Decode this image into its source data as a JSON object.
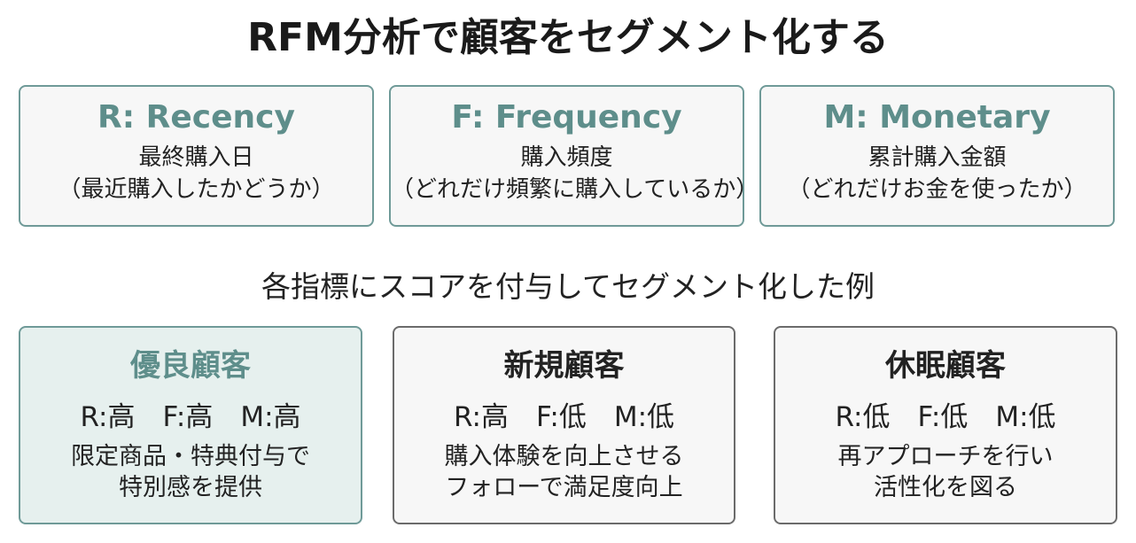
{
  "title": "RFM分析で顧客をセグメント化する",
  "metrics": [
    {
      "title": "R: Recency",
      "description": "最終購入日",
      "detail": "（最近購入したかどうか）"
    },
    {
      "title": "F: Frequency",
      "description": "購入頻度",
      "detail": "（どれだけ頻繁に購入しているか）"
    },
    {
      "title": "M: Monetary",
      "description": "累計購入金額",
      "detail": "（どれだけお金を使ったか）"
    }
  ],
  "subtitle": "各指標にスコアを付与してセグメント化した例",
  "segments": [
    {
      "title": "優良顧客",
      "scores": "R:高　F:高　M:高",
      "action_line1": "限定商品・特典付与で",
      "action_line2": "特別感を提供"
    },
    {
      "title": "新規顧客",
      "scores": "R:高　F:低　M:低",
      "action_line1": "購入体験を向上させる",
      "action_line2": "フォローで満足度向上"
    },
    {
      "title": "休眠顧客",
      "scores": "R:低　F:低　M:低",
      "action_line1": "再アプローチを行い",
      "action_line2": "活性化を図る"
    }
  ],
  "colors": {
    "accent": "#5e8e8b",
    "card_border": "#6f9a98",
    "card_background": "#f7f7f7",
    "highlight_background": "#e6f0ee",
    "segment_border": "#6b6b6b"
  }
}
